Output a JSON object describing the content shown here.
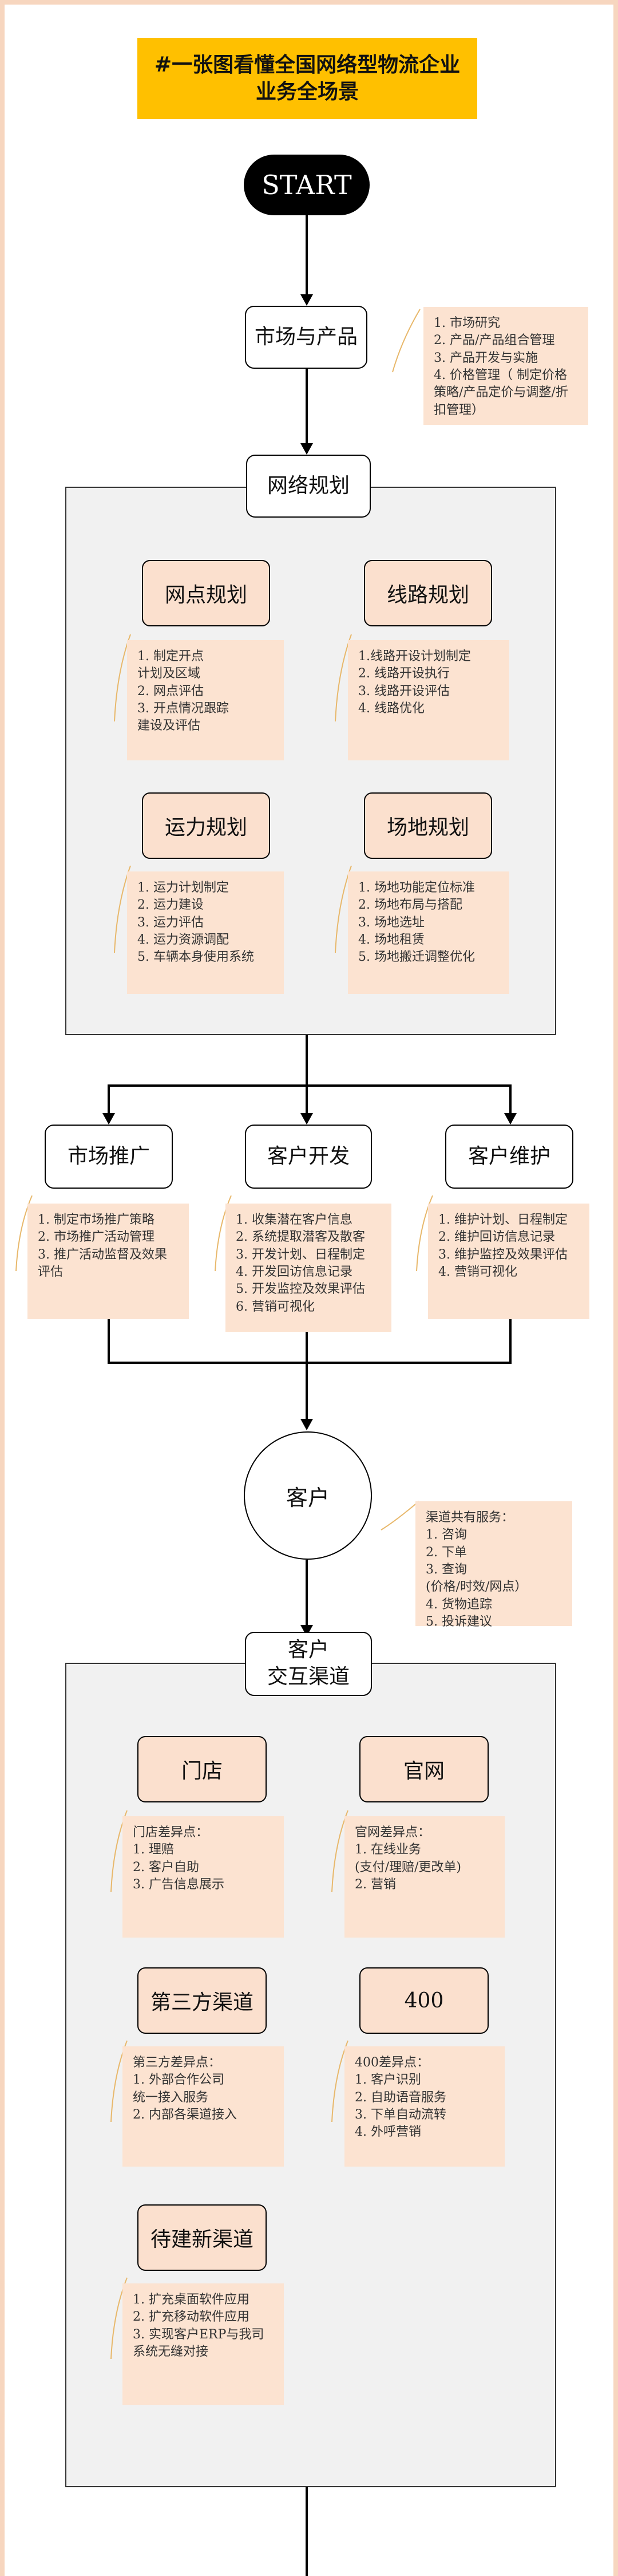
{
  "title": "#一张图看懂全国网络型物流企业\n业务全场景",
  "start_label": "START",
  "market": {
    "label": "市场与产品",
    "note": "1. 市场研究\n2. 产品/产品组合管理\n3. 产品开发与实施\n4. 价格管理（ 制定价格策略/产品定价与调整/折扣管理）"
  },
  "network": {
    "label": "网络规划",
    "outlet": {
      "label": "网点规划",
      "note": "1. 制定开点\n    计划及区域\n2. 网点评估\n3. 开点情况跟踪\n    建设及评估"
    },
    "route": {
      "label": "线路规划",
      "note": "1.线路开设计划制定\n2. 线路开设执行\n3. 线路开设评估\n4. 线路优化"
    },
    "capacity": {
      "label": "运力规划",
      "note": "1. 运力计划制定\n2. 运力建设\n3. 运力评估\n4. 运力资源调配\n5. 车辆本身使用系统"
    },
    "site": {
      "label": "场地规划",
      "note": "1. 场地功能定位标准\n2. 场地布局与搭配\n3. 场地选址\n4. 场地租赁\n5. 场地搬迁调整优化"
    }
  },
  "promotion": {
    "label": "市场推广",
    "note": "1. 制定市场推广策略\n2. 市场推广活动管理\n3. 推广活动监督及效果评估"
  },
  "development": {
    "label": "客户开发",
    "note": "1. 收集潜在客户信息\n2. 系统提取潜客及散客\n3. 开发计划、日程制定\n4. 开发回访信息记录\n5. 开发监控及效果评估\n6. 营销可视化"
  },
  "maintenance": {
    "label": "客户维护",
    "note": "1. 维护计划、日程制定\n2. 维护回访信息记录\n3. 维护监控及效果评估\n4. 营销可视化"
  },
  "customer": {
    "label": "客户",
    "note": "渠道共有服务：\n1. 咨询\n2. 下单\n3. 查询\n    (价格/时效/网点）\n4. 货物追踪\n5. 投诉建议"
  },
  "channels": {
    "label": "客户\n交互渠道",
    "store": {
      "label": "门店",
      "note": "门店差异点：\n1. 理赔\n2. 客户自助\n3. 广告信息展示"
    },
    "website": {
      "label": "官网",
      "note": "官网差异点：\n1. 在线业务\n   (支付/理赔/更改单)\n2. 营销"
    },
    "third_party": {
      "label": "第三方渠道",
      "note": "第三方差异点：\n1. 外部合作公司\n    统一接入服务\n2. 内部各渠道接入"
    },
    "hotline": {
      "label": "400",
      "note": "400差异点：\n1. 客户识别\n2. 自助语音服务\n3. 下单自动流转\n4. 外呼营销"
    },
    "new_channel": {
      "label": "待建新渠道",
      "note": "1. 扩充桌面软件应用\n2. 扩充移动软件应用\n3. 实现客户ERP与我司\n系统无缝对接"
    }
  },
  "colors": {
    "title_bg": "#ffc000",
    "peach": "#fbe0ce",
    "note_bg": "#fce3d1",
    "panel": "#f1f1f1",
    "leader": "#e8b86b"
  }
}
